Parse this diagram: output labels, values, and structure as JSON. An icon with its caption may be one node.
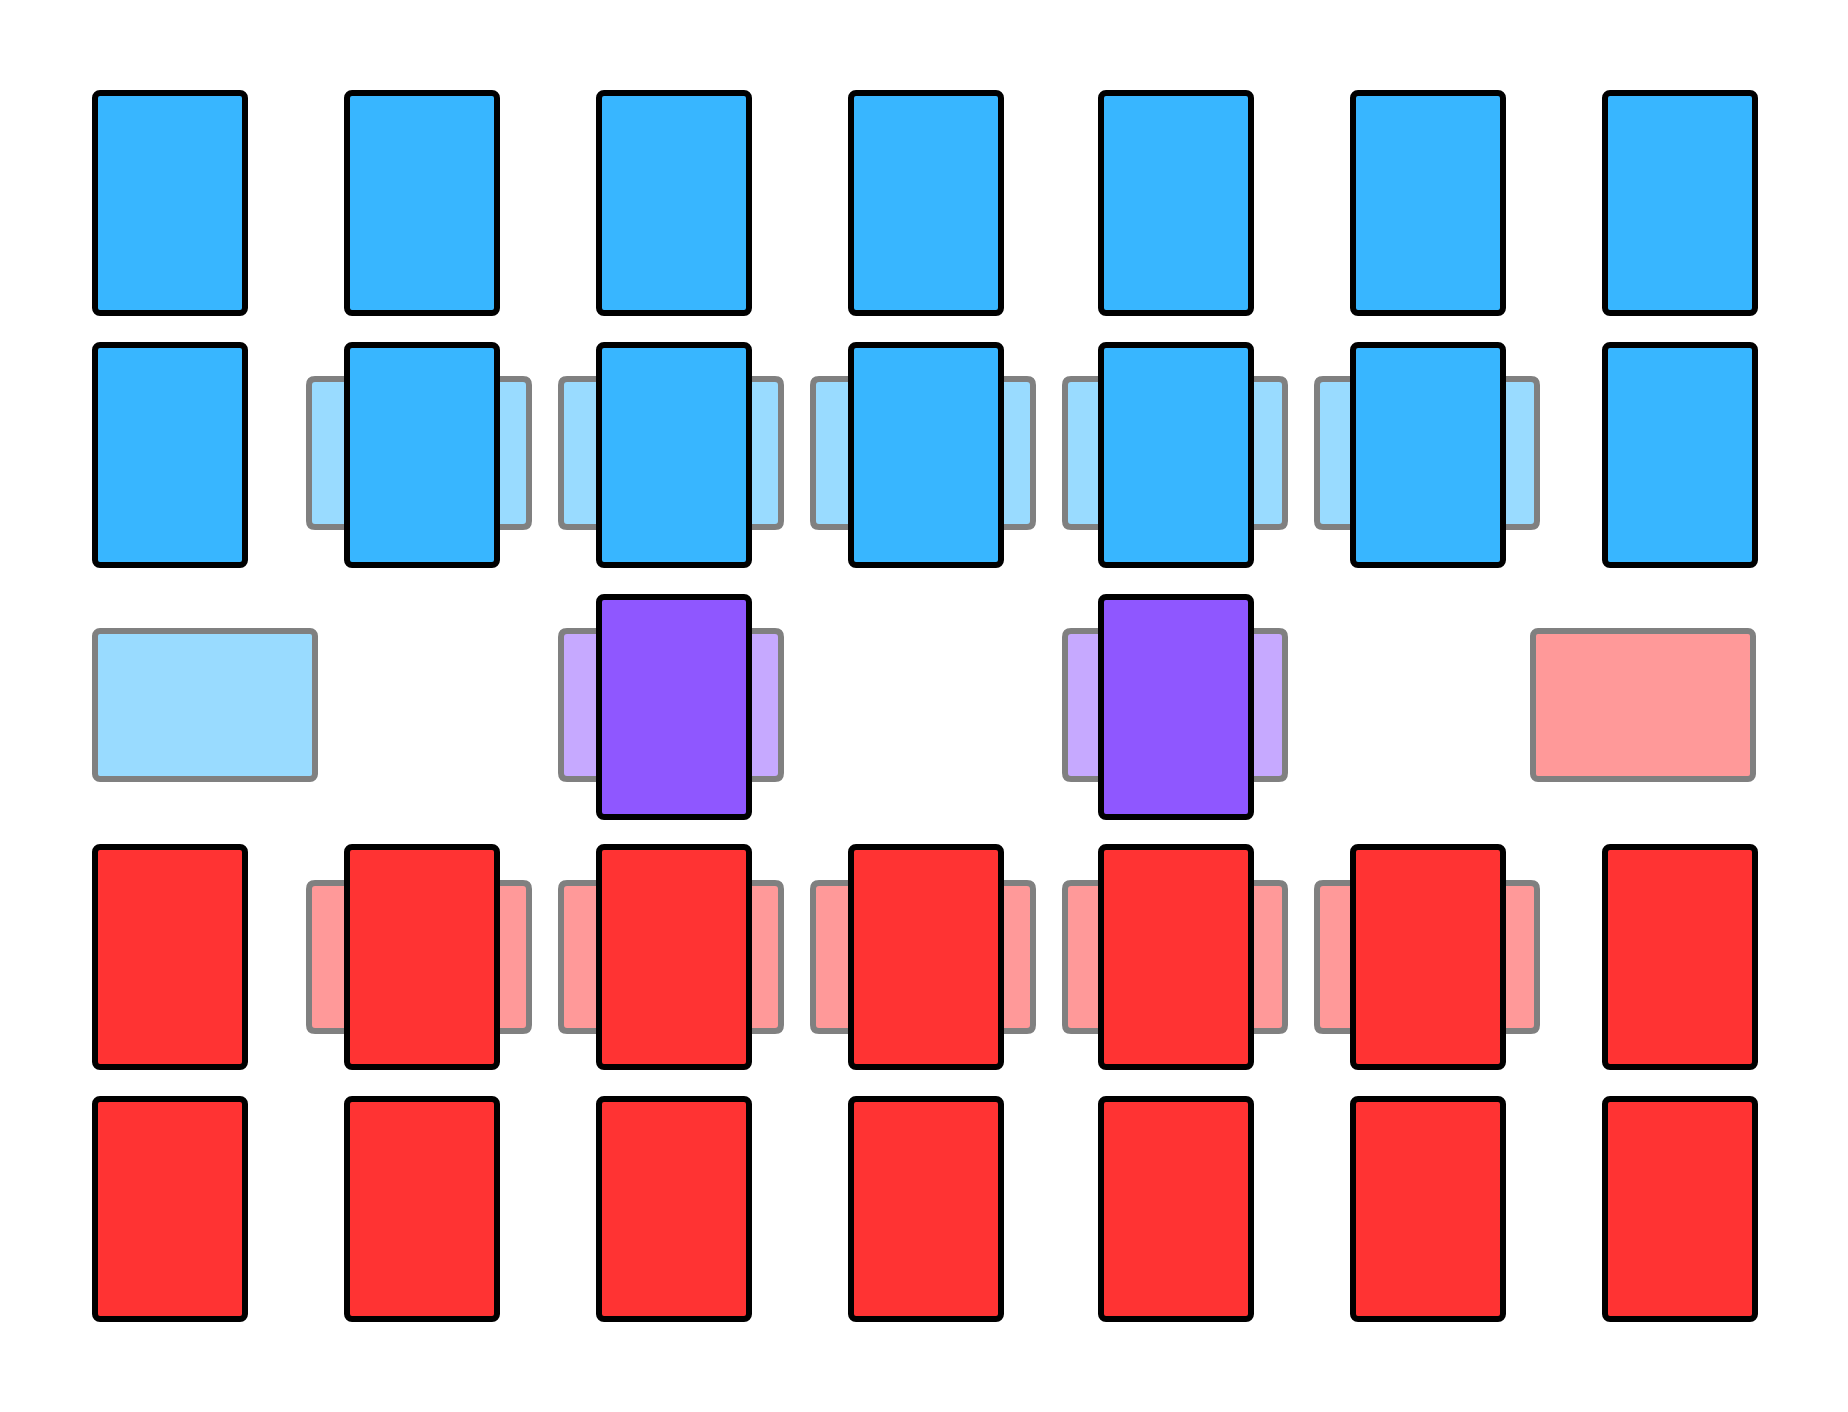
{
  "diagram": {
    "nodes": [
      {
        "text": [],
        "shape": "box"
      },
      {
        "text": [],
        "shape": "box"
      },
      {
        "text": [],
        "shape": "box"
      },
      {
        "text": [],
        "shape": "box"
      },
      {
        "text": [],
        "shape": "box"
      },
      {
        "text": [],
        "shape": "box"
      },
      {
        "text": [],
        "shape": "box"
      },
      {
        "text": [],
        "shape": "box"
      },
      {
        "text": [],
        "shape": "box"
      },
      {
        "text": [],
        "shape": "box"
      },
      {
        "text": [],
        "shape": "box"
      },
      {
        "text": [],
        "shape": "box"
      },
      {
        "text": [],
        "shape": "box"
      },
      {
        "text": [],
        "shape": "box"
      },
      {
        "text": [],
        "shape": "box"
      },
      {
        "text": [],
        "shape": "box"
      },
      {
        "text": [],
        "shape": "box"
      },
      {
        "text": [],
        "shape": "box"
      },
      {
        "text": [],
        "shape": "box"
      },
      {
        "text": [],
        "shape": "box"
      },
      {
        "text": [],
        "shape": "box"
      },
      {
        "text": [],
        "shape": "box"
      },
      {
        "text": [],
        "shape": "box"
      },
      {
        "text": [],
        "shape": "box"
      },
      {
        "text": [],
        "shape": "box"
      },
      {
        "text": [],
        "shape": "box"
      },
      {
        "text": [],
        "shape": "box"
      },
      {
        "text": [],
        "shape": "box"
      },
      {
        "text": [],
        "shape": "box"
      },
      {
        "text": [],
        "shape": "box"
      },
      {
        "text": [],
        "shape": "box"
      },
      {
        "text": [],
        "shape": "box"
      },
      {
        "text": [],
        "shape": "box"
      },
      {
        "text": [],
        "shape": "box"
      },
      {
        "text": [],
        "shape": "box"
      },
      {
        "text": [],
        "shape": "box"
      },
      {
        "text": [],
        "shape": "box"
      },
      {
        "text": [],
        "shape": "box"
      },
      {
        "text": [],
        "shape": "box"
      },
      {
        "text": [],
        "shape": "box"
      },
      {
        "text": [],
        "shape": "box"
      },
      {
        "text": [],
        "shape": "box"
      },
      {
        "text": [],
        "shape": "box"
      },
      {
        "text": [],
        "shape": "box"
      }
    ]
  }
}
